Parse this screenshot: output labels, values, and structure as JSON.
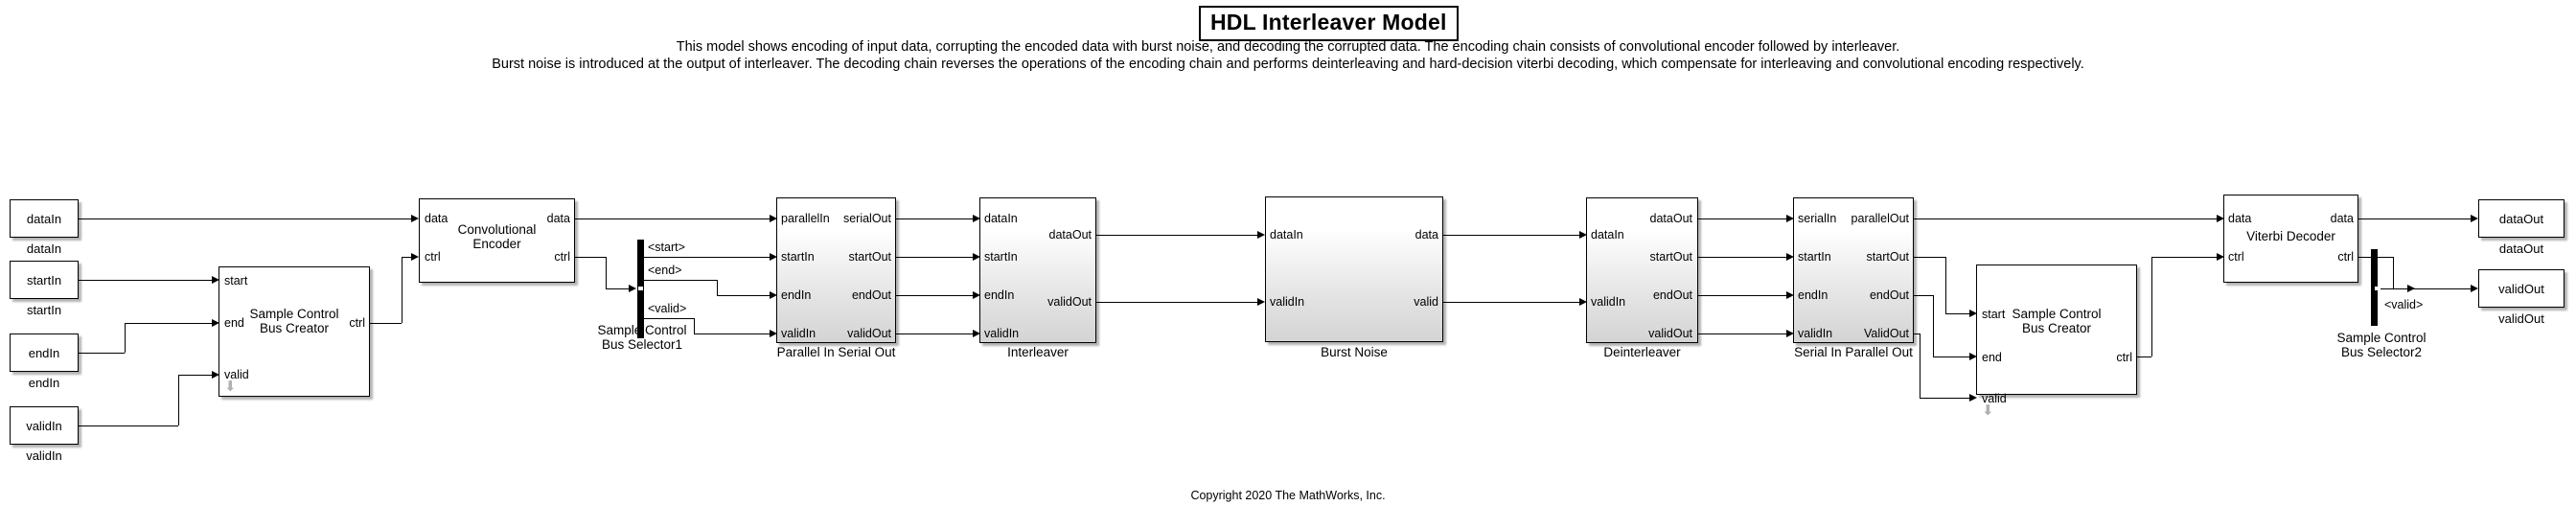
{
  "header": {
    "title": "HDL Interleaver Model",
    "description_line1": "This model shows encoding of input data, corrupting the encoded data with burst noise, and decoding the corrupted data. The encoding chain consists of convolutional encoder followed by interleaver.",
    "description_line2": "Burst noise is introduced at the output of interleaver. The decoding chain reverses the operations of the encoding chain and performs deinterleaving and hard-decision viterbi decoding, which compensate for interleaving and convolutional encoding respectively.",
    "copyright": "Copyright 2020 The MathWorks, Inc."
  },
  "inports": [
    {
      "label": "dataIn",
      "caption": "dataIn"
    },
    {
      "label": "startIn",
      "caption": "startIn"
    },
    {
      "label": "endIn",
      "caption": "endIn"
    },
    {
      "label": "validIn",
      "caption": "validIn"
    }
  ],
  "outports": [
    {
      "label": "dataOut",
      "caption": "dataOut"
    },
    {
      "label": "validOut",
      "caption": "validOut"
    }
  ],
  "blocks": {
    "bus_creator_1": {
      "title_line1": "Sample Control",
      "title_line2": "Bus Creator",
      "name": "Sample Control Bus Creator",
      "inputs": [
        "start",
        "end",
        "valid"
      ],
      "outputs": [
        "ctrl"
      ]
    },
    "conv_encoder": {
      "title_line1": "Convolutional",
      "title_line2": "Encoder",
      "inputs": [
        "data",
        "ctrl"
      ],
      "outputs": [
        "data",
        "ctrl"
      ]
    },
    "bus_selector_1": {
      "name_line1": "Sample Control",
      "name_line2": "Bus Selector1",
      "signals": [
        "<start>",
        "<end>",
        "<valid>"
      ]
    },
    "piso": {
      "name": "Parallel In Serial Out",
      "inputs": [
        "parallelIn",
        "startIn",
        "endIn",
        "validIn"
      ],
      "outputs": [
        "serialOut",
        "startOut",
        "endOut",
        "validOut"
      ]
    },
    "interleaver": {
      "name": "Interleaver",
      "inputs": [
        "dataIn",
        "startIn",
        "endIn",
        "validIn"
      ],
      "outputs": [
        "dataOut",
        "validOut"
      ]
    },
    "burst_noise": {
      "name": "Burst Noise",
      "inputs": [
        "dataIn",
        "validIn"
      ],
      "outputs": [
        "data",
        "valid"
      ]
    },
    "deinterleaver": {
      "name": "Deinterleaver",
      "inputs": [
        "dataIn",
        "validIn"
      ],
      "outputs": [
        "dataOut",
        "startOut",
        "endOut",
        "validOut"
      ]
    },
    "sipo": {
      "name": "Serial In Parallel Out",
      "inputs": [
        "serialIn",
        "startIn",
        "endIn",
        "validIn"
      ],
      "outputs": [
        "parallelOut",
        "startOut",
        "endOut",
        "ValidOut"
      ]
    },
    "bus_creator_2": {
      "title_line1": "Sample Control",
      "title_line2": "Bus Creator",
      "name": "Sample Control Bus Creator",
      "inputs": [
        "start",
        "end",
        "valid"
      ],
      "outputs": [
        "ctrl"
      ]
    },
    "viterbi_decoder": {
      "title": "Viterbi Decoder",
      "inputs": [
        "data",
        "ctrl"
      ],
      "outputs": [
        "data",
        "ctrl"
      ]
    },
    "bus_selector_2": {
      "name_line1": "Sample Control",
      "name_line2": "Bus Selector2",
      "signals": [
        "<valid>"
      ]
    }
  }
}
